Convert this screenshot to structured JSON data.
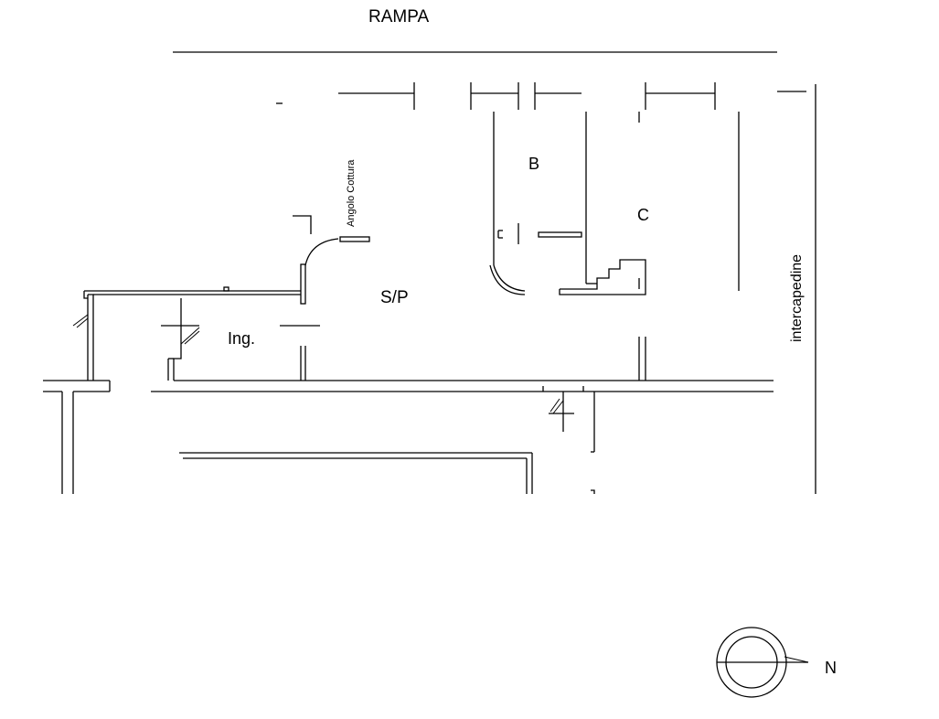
{
  "labels": {
    "ramp": "RAMPA",
    "cooking_corner": "Angolo Cottura",
    "room_b": "B",
    "room_c": "C",
    "living_room": "S/P",
    "entrance": "Ing.",
    "cavity": "intercapedine",
    "north": "N"
  }
}
